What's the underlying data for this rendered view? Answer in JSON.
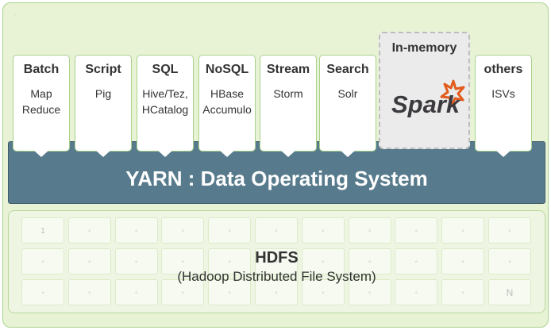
{
  "cards": [
    {
      "title": "Batch",
      "lines": [
        "Map",
        "Reduce"
      ]
    },
    {
      "title": "Script",
      "lines": [
        "Pig",
        ""
      ]
    },
    {
      "title": "SQL",
      "lines": [
        "Hive/Tez,",
        "HCatalog"
      ]
    },
    {
      "title": "NoSQL",
      "lines": [
        "HBase",
        "Accumulo"
      ]
    },
    {
      "title": "Stream",
      "lines": [
        "Storm",
        ""
      ]
    },
    {
      "title": "Search",
      "lines": [
        "Solr",
        ""
      ]
    },
    {
      "title": "others",
      "lines": [
        "ISVs",
        ""
      ]
    }
  ],
  "inmemory": {
    "title": "In-memory",
    "logo_text": "Spark"
  },
  "yarn": {
    "title": "YARN : Data Operating System"
  },
  "hdfs": {
    "title": "HDFS",
    "subtitle": "(Hadoop Distributed File System)",
    "first_label": "1",
    "last_label": "N"
  },
  "colors": {
    "yarn_bar": "#577b8c",
    "background": "#e8f3d6",
    "card_border": "#a9d18e",
    "spark_star": "#e25a1c"
  }
}
